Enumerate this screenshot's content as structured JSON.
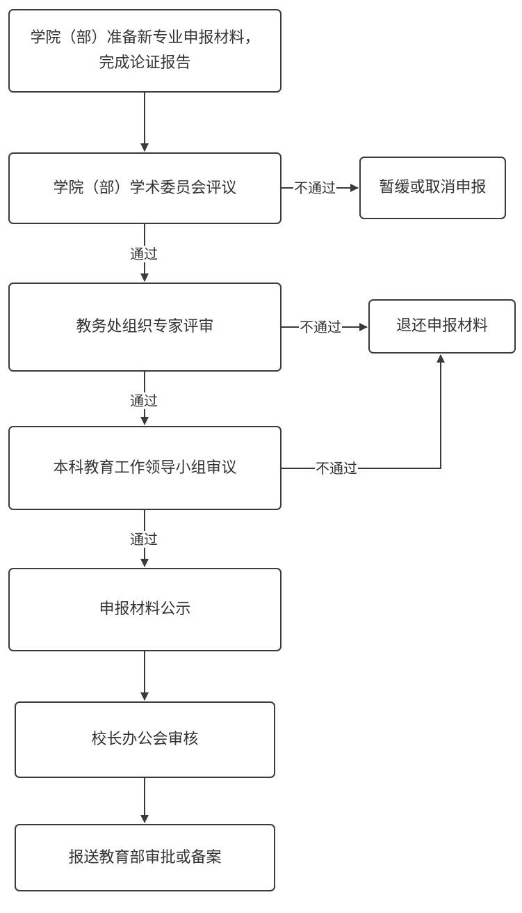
{
  "nodes": {
    "prepare": "学院（部）准备新专业申报材料，完成论证报告",
    "college_review": "学院（部）学术委员会评议",
    "postpone_cancel": "暂缓或取消申报",
    "expert_review": "教务处组织专家评审",
    "return_materials": "退还申报材料",
    "leadership_review": "本科教育工作领导小组审议",
    "publicity": "申报材料公示",
    "president_review": "校长办公会审核",
    "submit_ministry": "报送教育部审批或备案"
  },
  "edge_labels": {
    "pass": "通过",
    "fail": "不通过"
  },
  "colors": {
    "stroke": "#3a3a3a",
    "text": "#333333",
    "background": "#ffffff"
  }
}
